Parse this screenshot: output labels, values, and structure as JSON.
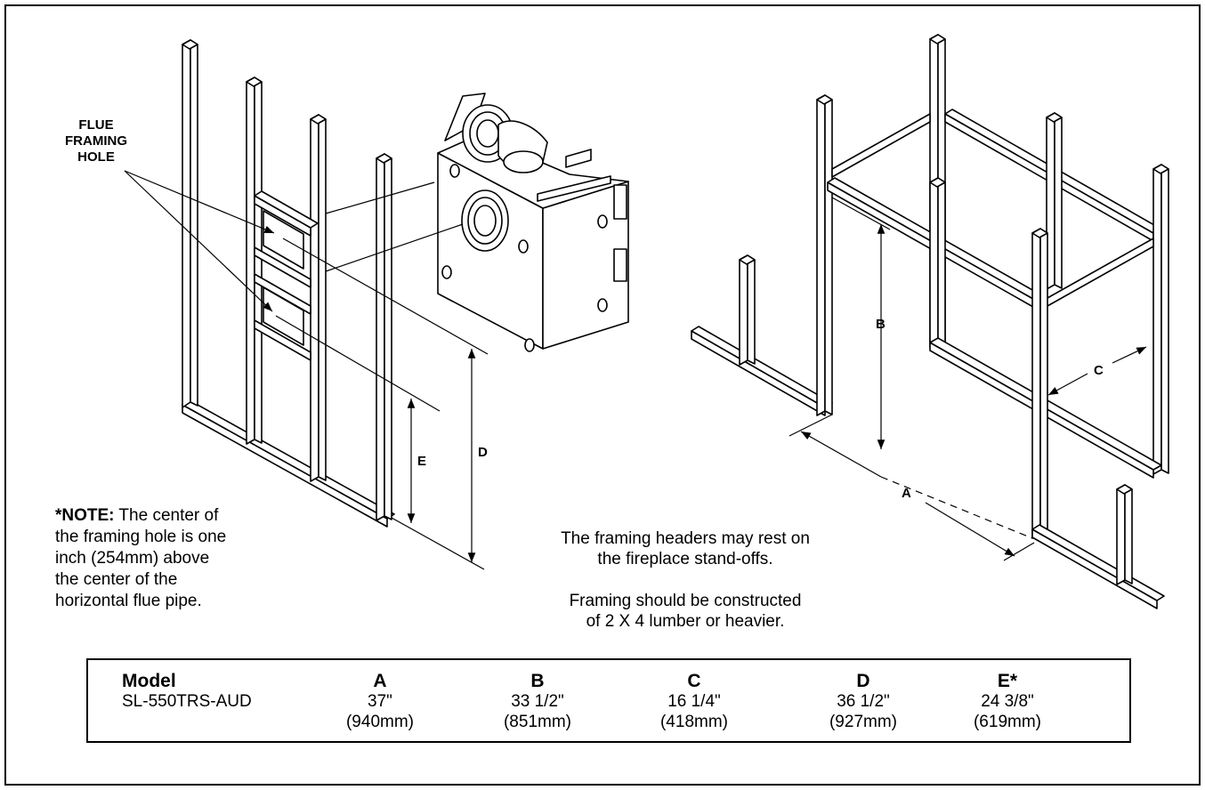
{
  "callout": {
    "lines": [
      "FLUE",
      "FRAMING",
      "HOLE"
    ]
  },
  "dimension_labels": {
    "a": "A",
    "b": "B",
    "c": "C",
    "d": "D",
    "e": "E"
  },
  "note": {
    "bold": "*NOTE:",
    "line1_rest": " The center of",
    "line2": "the framing hole is one",
    "line3": "inch (254mm) above",
    "line4": "the center of the",
    "line5": "horizontal flue pipe."
  },
  "headers_note": {
    "line1": "The framing headers may rest on",
    "line2": "the fireplace stand-offs."
  },
  "lumber_note": {
    "line1": "Framing should be constructed",
    "line2": "of 2 X 4 lumber or heavier."
  },
  "table": {
    "model_header": "Model",
    "model_value": "SL-550TRS-AUD",
    "columns": [
      {
        "header": "A",
        "inches": "37\"",
        "mm": "(940mm)"
      },
      {
        "header": "B",
        "inches": "33 1/2\"",
        "mm": "(851mm)"
      },
      {
        "header": "C",
        "inches": "16 1/4\"",
        "mm": "(418mm)"
      },
      {
        "header": "D",
        "inches": "36 1/2\"",
        "mm": "(927mm)"
      },
      {
        "header": "E*",
        "inches": "24 3/8\"",
        "mm": "(619mm)"
      }
    ]
  }
}
